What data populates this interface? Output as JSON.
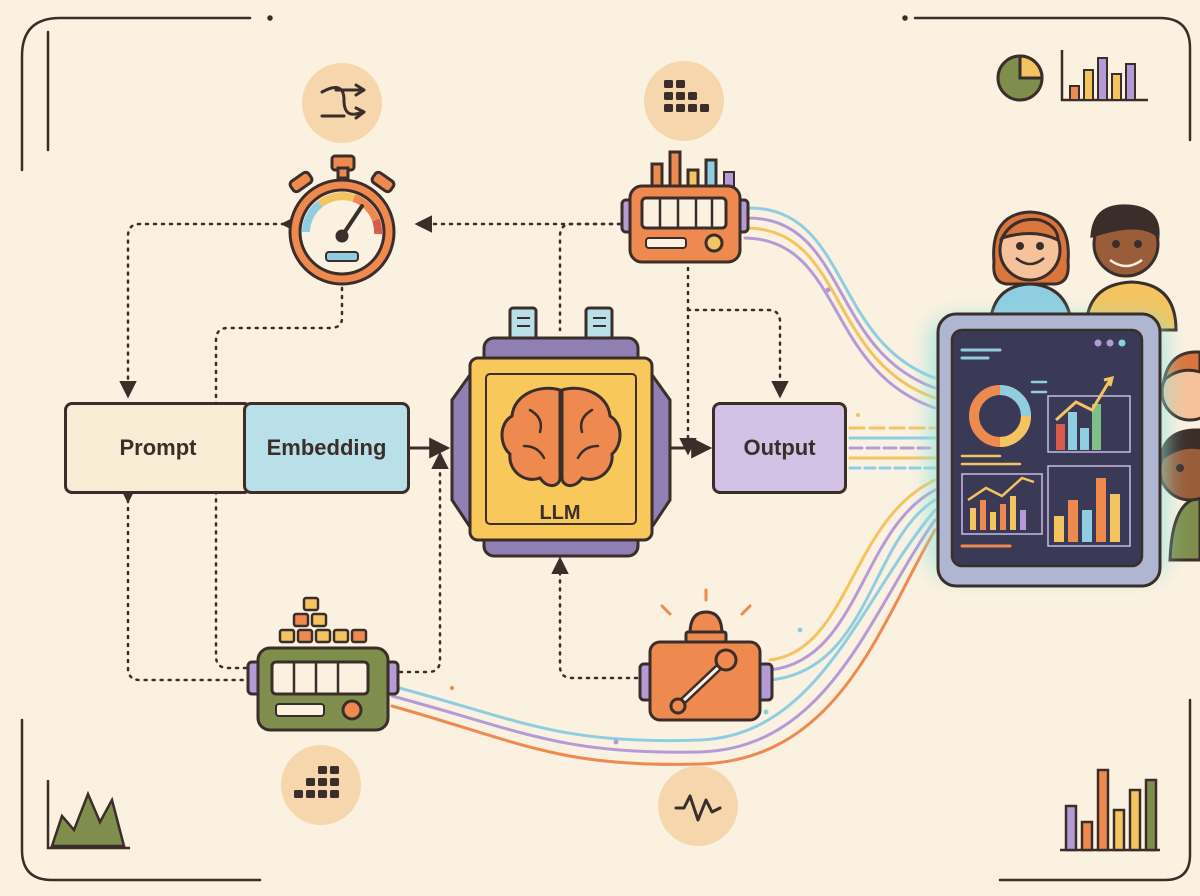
{
  "nodes": {
    "prompt": "Prompt",
    "embedding": "Embedding",
    "llm": "LLM",
    "output": "Output"
  },
  "colors": {
    "background": "#fbf1e1",
    "outline": "#3b2e2a",
    "prompt_fill": "#f8ecd4",
    "embedding_fill": "#b9dfe9",
    "llm_core": "#f8c85a",
    "llm_frame": "#8f7fb3",
    "output_fill": "#d1c2e6",
    "accent_orange": "#ee8a4f",
    "accent_green": "#7f8e4d",
    "stream_blue": "#8fcde0",
    "stream_yellow": "#f3c460",
    "stream_purple": "#b59bd6",
    "dashboard_screen": "#3b3a56"
  },
  "icons": [
    "shuffle-icon",
    "stopwatch-gauge-icon",
    "grid-icon",
    "meter-device-orange-icon",
    "meter-device-green-icon",
    "brain-chip-icon",
    "alert-wrench-icon",
    "signal-wave-icon",
    "pie-chart-icon",
    "bar-chart-icon",
    "area-chart-icon",
    "people-icon",
    "dashboard-monitor-icon"
  ]
}
